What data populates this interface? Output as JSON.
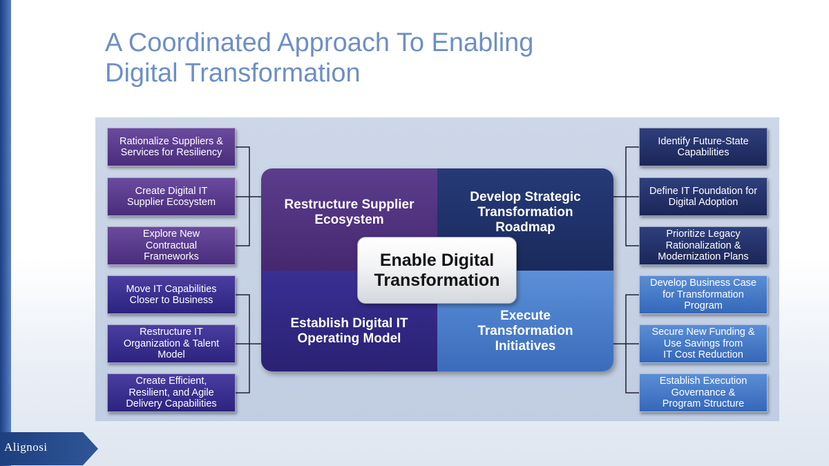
{
  "title": {
    "line1": "A Coordinated Approach To Enabling",
    "line2": "Digital Transformation"
  },
  "center": "Enable Digital\nTransformation",
  "quadrants": {
    "top_left": "Restructure Supplier\nEcosystem",
    "top_right": "Develop Strategic\nTransformation\nRoadmap",
    "bottom_left": "Establish Digital IT\nOperating Model",
    "bottom_right": "Execute\nTransformation\nInitiatives"
  },
  "left_boxes": [
    "Rationalize Suppliers &\nServices for Resiliency",
    "Create Digital IT\nSupplier Ecosystem",
    "Explore New\nContractual\nFrameworks",
    "Move IT Capabilities\nCloser to Business",
    "Restructure IT\nOrganization & Talent\nModel",
    "Create Efficient,\nResilient, and Agile\nDelivery Capabilities"
  ],
  "right_boxes": [
    "Identify Future-State\nCapabilities",
    "Define IT Foundation for\nDigital Adoption",
    "Prioritize Legacy\nRationalization &\nModernization Plans",
    "Develop Business Case\nfor Transformation\nProgram",
    "Secure New Funding &\nUse Savings from\nIT Cost Reduction",
    "Establish Execution\nGovernance &\nProgram Structure"
  ],
  "logo": {
    "text": "Alignosi",
    "icon": "alignosi-logo-icon"
  }
}
